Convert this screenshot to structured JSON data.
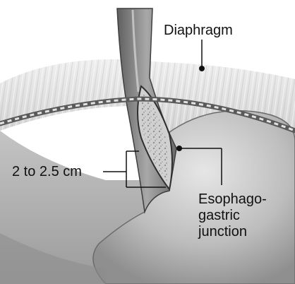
{
  "labels": {
    "diaphragm": "Diaphragm",
    "measurement": "2 to 2.5 cm",
    "junction_lines": [
      "Esophago-",
      "gastric",
      "junction"
    ]
  },
  "colors": {
    "background": "#ffffff",
    "line": "#111111",
    "tissue_light": "#d6d6d6",
    "tissue_dark": "#7a7a7a"
  }
}
